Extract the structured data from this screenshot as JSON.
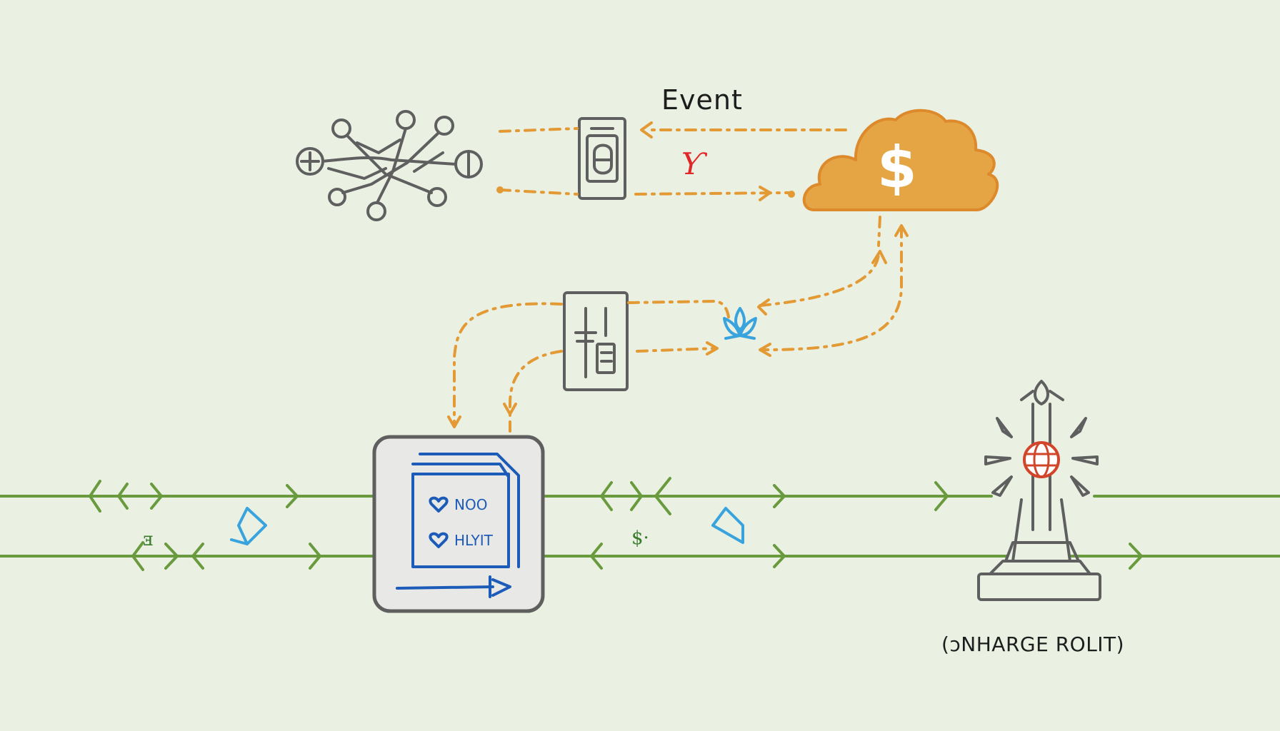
{
  "title": "Event",
  "cloud": {
    "symbol": "$"
  },
  "gateway": {
    "caption": "(ↄNHARGE ROLIT)"
  },
  "panel": {
    "items": [
      "NOO",
      "HLYIT"
    ]
  },
  "annotations": {
    "red_mark": "Ƴ",
    "bus_dollar": "$·",
    "bus_mark": "ⱻ"
  },
  "colors": {
    "background": "#eaf1e3",
    "flow": "#e39a35",
    "bus": "#6a9a3e",
    "panel_ink": "#1d5bb8",
    "cloud_fill": "#e6a544",
    "accent": "#39a3dd",
    "alert": "#e02828"
  },
  "icons": [
    "network-hub-icon",
    "phone-icon",
    "cloud-dollar-icon",
    "switch-icon",
    "lotus-node-icon",
    "panel-icon",
    "gateway-tower-icon",
    "globe-icon"
  ]
}
